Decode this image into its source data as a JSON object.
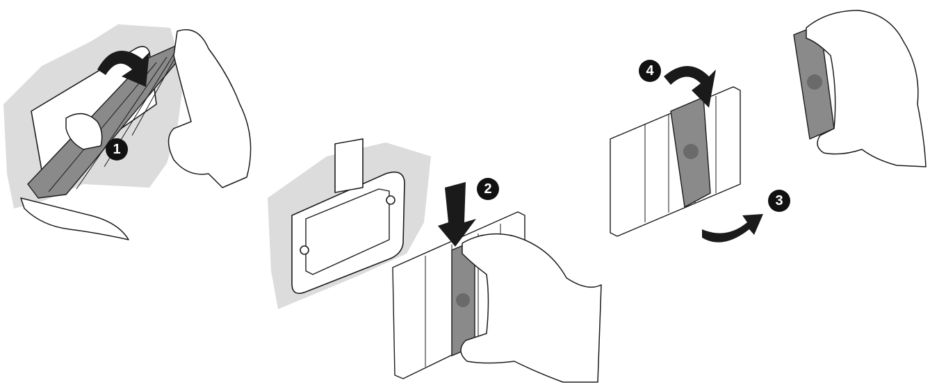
{
  "steps": [
    {
      "label": "1"
    },
    {
      "label": "2"
    },
    {
      "label": "3"
    },
    {
      "label": "4"
    }
  ],
  "colors": {
    "wall": "#dcdcdc",
    "module": "#8a8a8a",
    "badge": "#111111",
    "line": "#1a1a1a"
  }
}
